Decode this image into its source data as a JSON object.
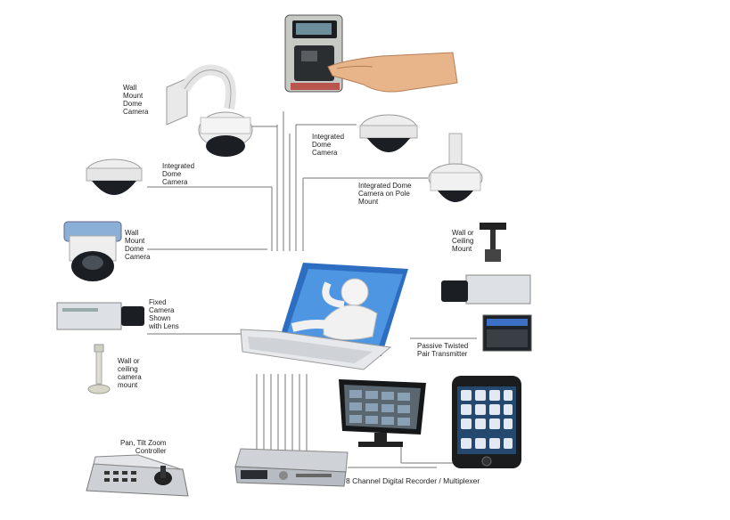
{
  "labels": {
    "wall_mount_dome_1": "Wall\nMount\nDome\nCamera",
    "integrated_dome_left": "Integrated\nDome\nCamera",
    "wall_mount_dome_2": "Wall\nMount\nDome\nCamera",
    "fixed_camera": "Fixed\nCamera\nShown\nwith Lens",
    "wall_ceiling_left": "Wall or\nceiling\ncamera\nmount",
    "ptz_controller": "Pan, Tilt Zoom\nController",
    "integrated_dome_right": "Integrated\nDome\nCamera",
    "dome_pole_mount": "Integrated Dome\nCamera on Pole\nMount",
    "wall_ceiling_right": "Wall or\nCeiling\nMount",
    "passive_twisted": "Passive Twisted\nPair Transmitter",
    "dvr": "8 Channel Digital Recorder / Multiplexer"
  },
  "colors": {
    "wire": "#777777",
    "device_body": "#d9dde2",
    "device_dark": "#2a2e33",
    "screen_blue": "#3f7fd0",
    "skin": "#e8b48a"
  },
  "icons": [
    "biometric-reader-icon",
    "wall-mount-dome-camera-icon",
    "integrated-dome-camera-icon",
    "pole-mount-dome-camera-icon",
    "fixed-camera-icon",
    "ceiling-mount-icon",
    "laptop-figure-icon",
    "monitor-icon",
    "smartphone-icon",
    "dvr-icon",
    "ptz-controller-icon",
    "twisted-pair-transmitter-icon"
  ]
}
